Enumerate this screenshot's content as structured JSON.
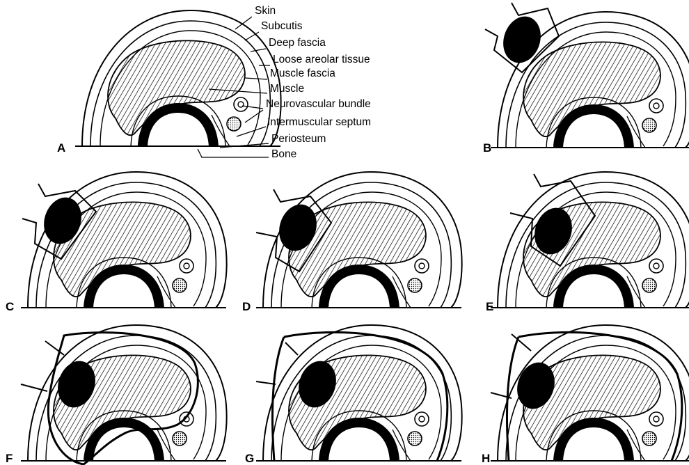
{
  "figure": {
    "layer_labels": [
      "Skin",
      "Subcutis",
      "Deep fascia",
      "Loose areolar tissue",
      "Muscle fascia",
      "Muscle",
      "Neurovascular bundle",
      "Intermuscular septum",
      "Periosteum",
      "Bone"
    ],
    "panels": [
      {
        "id": "A",
        "label": "A",
        "tumor": false,
        "resection": "none"
      },
      {
        "id": "B",
        "label": "B",
        "tumor": true,
        "resection": "subcutaneous-only"
      },
      {
        "id": "C",
        "label": "C",
        "tumor": true,
        "resection": "into-muscle"
      },
      {
        "id": "D",
        "label": "D",
        "tumor": true,
        "resection": "into-muscle"
      },
      {
        "id": "E",
        "label": "E",
        "tumor": true,
        "resection": "deep-muscle"
      },
      {
        "id": "F",
        "label": "F",
        "tumor": true,
        "resection": "compartment-fascia"
      },
      {
        "id": "G",
        "label": "G",
        "tumor": true,
        "resection": "compartment-deep-fascia"
      },
      {
        "id": "H",
        "label": "H",
        "tumor": true,
        "resection": "compartment-deep-fascia"
      }
    ],
    "colors": {
      "ink": "#000000",
      "paper": "#ffffff"
    }
  }
}
